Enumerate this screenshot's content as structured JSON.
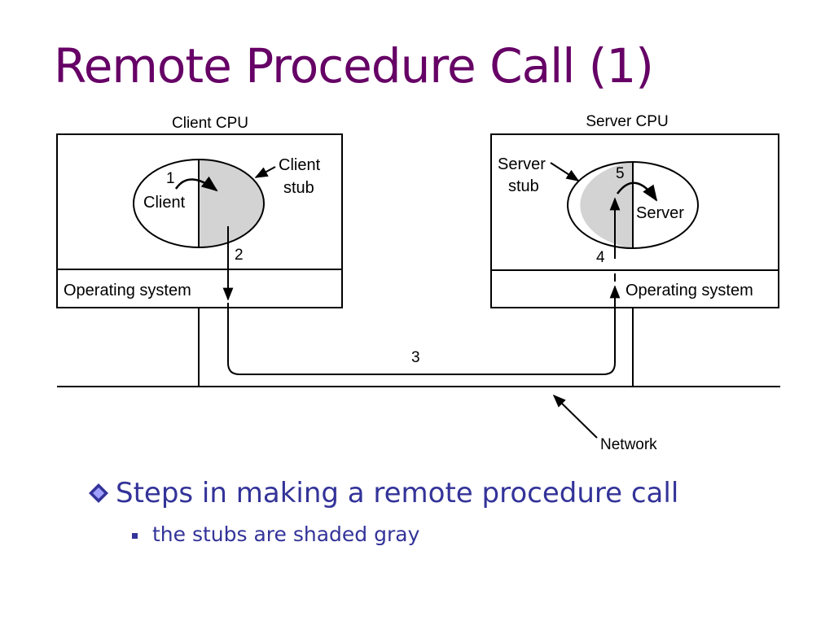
{
  "slide": {
    "title": "Remote Procedure Call (1)"
  },
  "diagram": {
    "client_cpu_label": "Client CPU",
    "server_cpu_label": "Server CPU",
    "client_label": "Client",
    "client_stub_label_line1": "Client",
    "client_stub_label_line2": "stub",
    "server_stub_label_line1": "Server",
    "server_stub_label_line2": "stub",
    "server_label": "Server",
    "client_os_label": "Operating system",
    "server_os_label": "Operating system",
    "network_label": "Network",
    "step_1": "1",
    "step_2": "2",
    "step_3": "3",
    "step_4": "4",
    "step_5": "5",
    "stub_fill_color": "#d3d3d3"
  },
  "bullets": {
    "main": "Steps in making a remote procedure call",
    "sub": "the stubs are shaded gray"
  },
  "colors": {
    "title": "#660066",
    "bullet_text": "#333399"
  }
}
